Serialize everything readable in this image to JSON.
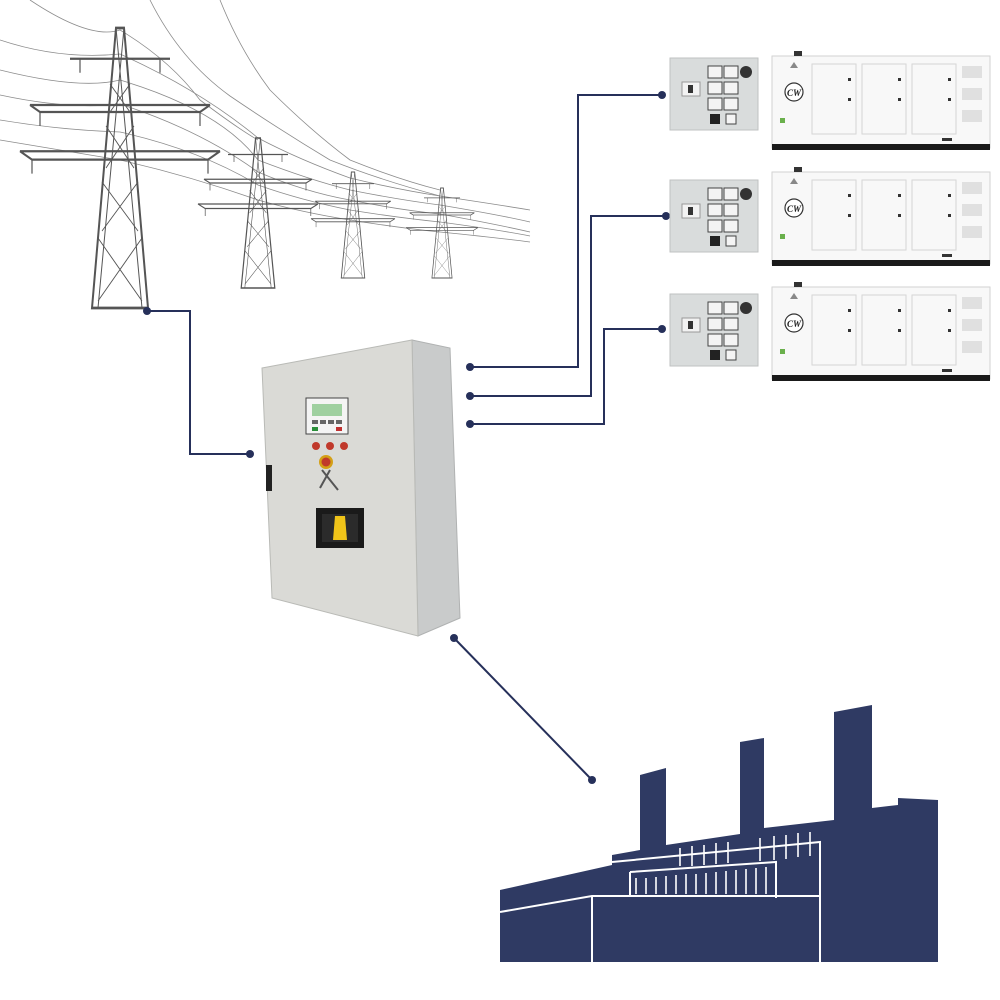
{
  "diagram": {
    "colors": {
      "line": "#26305a",
      "factory": "#2f3a63",
      "tower": "#555555",
      "cabinet": "#dadad6",
      "cabinet_side": "#c9cbcb",
      "generator": "#f8f8f8",
      "generator_base": "#1a1a1a"
    },
    "nodes": [
      {
        "id": "power-grid",
        "icon": "transmission-tower-icon"
      },
      {
        "id": "transfer-switch-cabinet",
        "icon": "electrical-cabinet-icon"
      },
      {
        "id": "generator-1",
        "icon": "diesel-generator-icon",
        "brand": "CW"
      },
      {
        "id": "generator-2",
        "icon": "diesel-generator-icon",
        "brand": "CW"
      },
      {
        "id": "generator-3",
        "icon": "diesel-generator-icon",
        "brand": "CW"
      },
      {
        "id": "factory-load",
        "icon": "factory-icon"
      }
    ],
    "edges": [
      {
        "from": "power-grid",
        "to": "transfer-switch-cabinet"
      },
      {
        "from": "transfer-switch-cabinet",
        "to": "generator-1"
      },
      {
        "from": "transfer-switch-cabinet",
        "to": "generator-2"
      },
      {
        "from": "transfer-switch-cabinet",
        "to": "generator-3"
      },
      {
        "from": "transfer-switch-cabinet",
        "to": "factory-load"
      }
    ]
  }
}
